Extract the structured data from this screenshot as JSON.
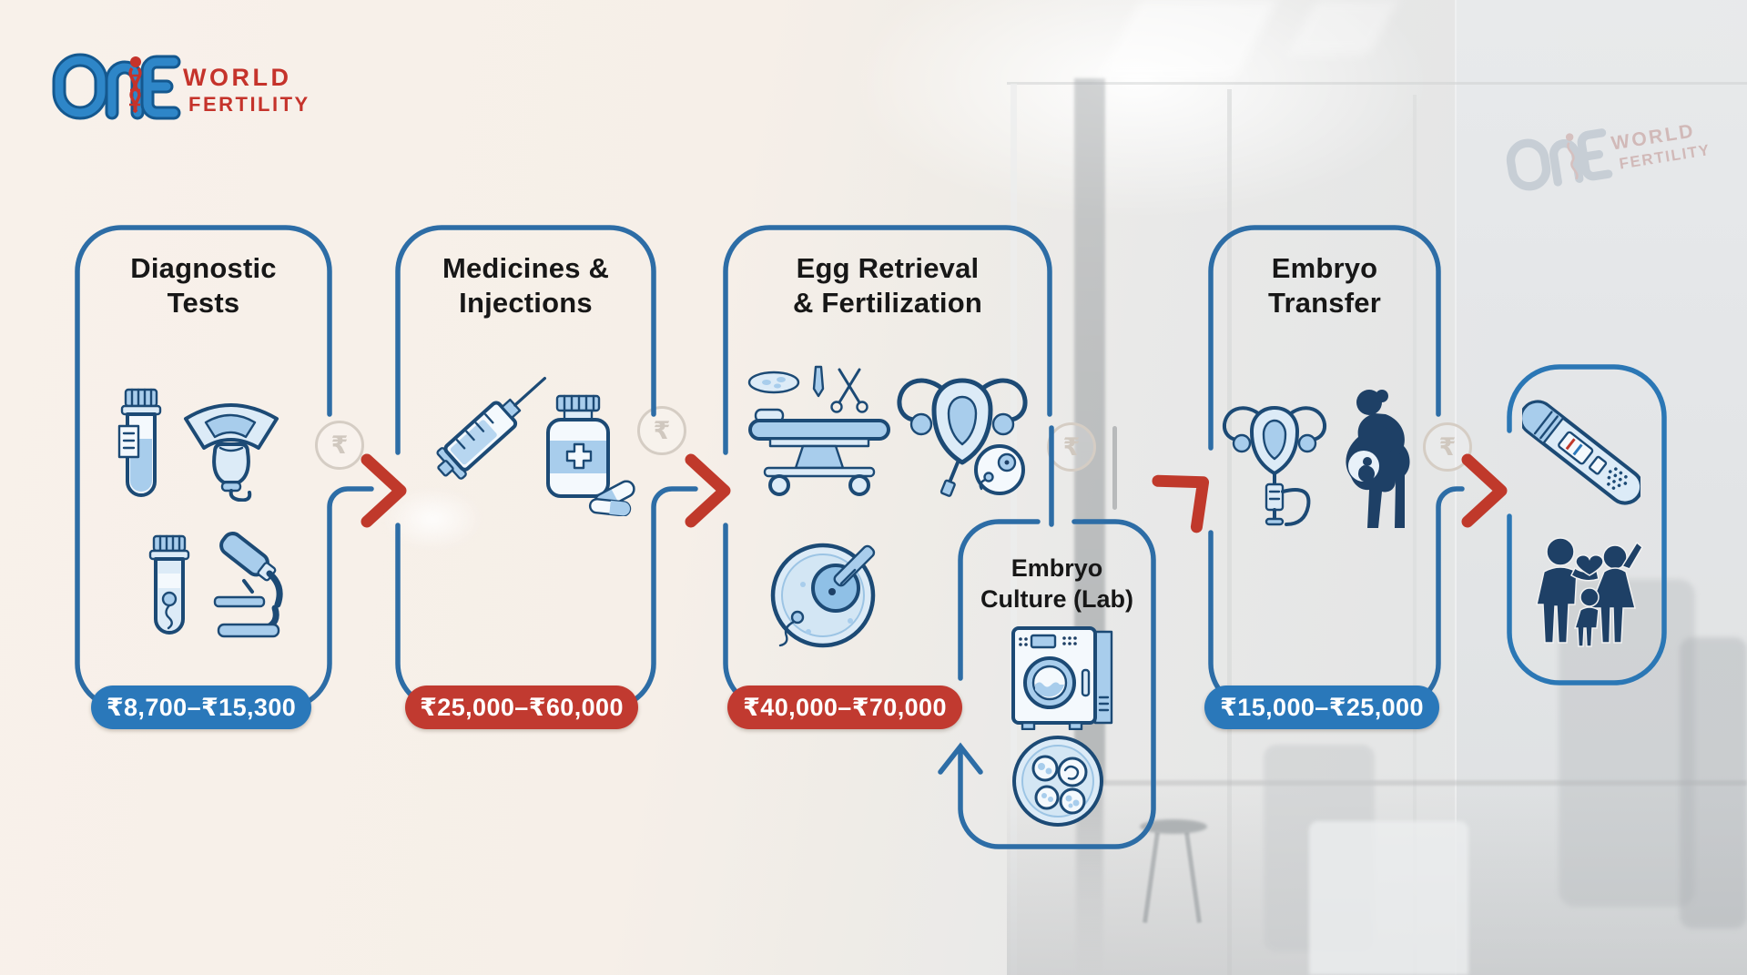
{
  "brand": {
    "logo_text": "ONE",
    "word1": "WORLD",
    "word2": "FERTILITY"
  },
  "watermark": {
    "word1": "WORLD",
    "word2": "FERTILITY"
  },
  "currency_symbol": "₹",
  "stages": [
    {
      "title_line1": "Diagnostic",
      "title_line2": "Tests",
      "price": "₹8,700–₹15,300",
      "badge": "blue",
      "icons": [
        "blood-test-tube",
        "ultrasound-probe",
        "semen-sample-tube",
        "microscope"
      ]
    },
    {
      "title_line1": "Medicines &",
      "title_line2": "Injections",
      "price": "₹25,000–₹60,000",
      "badge": "red",
      "icons": [
        "syringe",
        "medicine-bottle-pills"
      ]
    },
    {
      "title_line1": "Egg Retrieval",
      "title_line2": "& Fertilization",
      "price": "₹40,000–₹70,000",
      "badge": "red",
      "icons": [
        "operating-table-instruments",
        "uterus-egg-retrieval",
        "icsi-fertilization-dish"
      ]
    },
    {
      "title_line1": "Embryo",
      "title_line2": "Transfer",
      "price": "₹15,000–₹25,000",
      "badge": "blue",
      "icons": [
        "uterus-catheter",
        "pregnant-woman"
      ]
    }
  ],
  "sub_stage": {
    "title_line1": "Embryo",
    "title_line2": "Culture (Lab)",
    "icons": [
      "incubator",
      "embryo-petri-dish"
    ]
  },
  "outcome": {
    "icons": [
      "pregnancy-test",
      "family"
    ]
  },
  "colors": {
    "card_border": "#2d6da6",
    "badge_blue": "#2a78ba",
    "badge_red": "#c13a30",
    "arrow_red": "#c0392b",
    "icon_stroke": "#1c4a75",
    "icon_fill_light": "#dcebf7",
    "icon_fill_mid": "#a8cdec",
    "silhouette_navy": "#1e4066",
    "logo_blue": "#2e86c8",
    "logo_red": "#c5332b",
    "background_cream": "#f7f0e9",
    "title_text": "#171717",
    "coin_grey": "#d5cdc4"
  }
}
